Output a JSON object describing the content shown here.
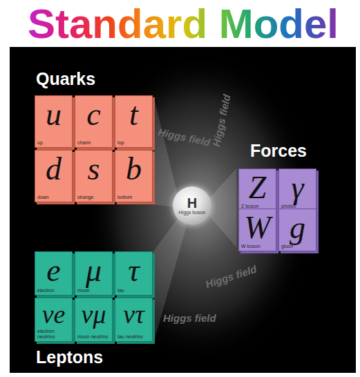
{
  "diagram": {
    "title": "Standard Model",
    "nodes": [
      {
        "text": [
          "u",
          "up"
        ]
      },
      {
        "text": [
          "c",
          "charm"
        ]
      },
      {
        "text": [
          "t",
          "top"
        ]
      },
      {
        "text": [
          "d",
          "down"
        ]
      },
      {
        "text": [
          "s",
          "strange"
        ]
      },
      {
        "text": [
          "b",
          "bottom"
        ]
      },
      {
        "text": [
          "H",
          "Higgs boson"
        ]
      },
      {
        "text": [
          "Z",
          "Z boson"
        ]
      },
      {
        "text": [
          "γ",
          "photon"
        ]
      },
      {
        "text": [
          "W",
          "W boson"
        ]
      },
      {
        "text": [
          "g",
          "gluon"
        ]
      },
      {
        "text": [
          "e",
          "electron"
        ]
      },
      {
        "text": [
          "μ",
          "muon"
        ]
      },
      {
        "text": [
          "τ",
          "tau"
        ]
      },
      {
        "text": [
          "νe",
          "electron neutrino"
        ]
      },
      {
        "text": [
          "νμ",
          "muon neutrino"
        ]
      },
      {
        "text": [
          "ντ",
          "tau neutrino"
        ]
      }
    ],
    "labels": [
      "Quarks",
      "Forces",
      "Leptons",
      "Higgs field",
      "Higgs field",
      "Higgs field",
      "Higgs field"
    ]
  }
}
